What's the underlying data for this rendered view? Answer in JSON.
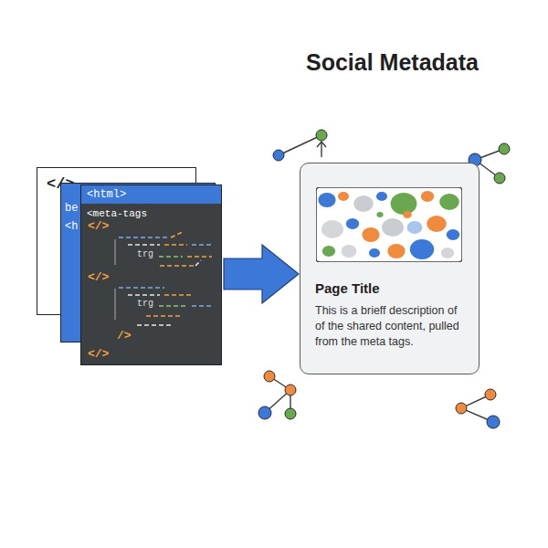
{
  "diagram": {
    "title": "Social Metadata",
    "nodes": [
      {
        "text": [
          "</>"
        ]
      },
      {
        "text": [
          "be",
          "<h"
        ]
      },
      {
        "text": [
          "<html>",
          "<meta-tags"
        ]
      },
      {
        "text": [
          "Page Title",
          "This is a brieff description of of the shared content, pulled from the meta tags."
        ]
      }
    ],
    "edges": [
      {
        "from": 2,
        "to": 3,
        "arrow": "to"
      }
    ],
    "labels": [
      "</>",
      "trg",
      "</>",
      "trg",
      "/>",
      "</>"
    ]
  }
}
